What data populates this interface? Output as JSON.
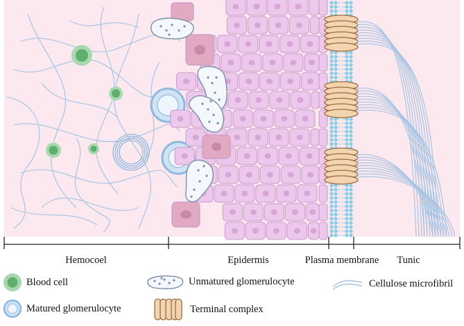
{
  "regions": [
    {
      "id": "hemocoel",
      "label": "Hemocoel"
    },
    {
      "id": "epidermis",
      "label": "Epidermis"
    },
    {
      "id": "plasma-membrane",
      "label": "Plasma membrane"
    },
    {
      "id": "tunic",
      "label": "Tunic"
    }
  ],
  "legend": {
    "blood_cell": "Blood cell",
    "matured_glomerulocyte": "Matured glomerulocyte",
    "unmatured_glomerulocyte": "Unmatured glomerulocyte",
    "terminal_complex": "Terminal complex",
    "cellulose_microfibril": "Cellulose microfibril"
  },
  "colors": {
    "background": "#fbe9ef",
    "epidermis_cell": "#ecc8ec",
    "epidermis_outline": "#c89ac8",
    "epidermis_nucleus": "#d7a6d7",
    "inner_cell": "#e2a9c2",
    "inner_nucleus": "#c98aa8",
    "membrane_bead": "#8ccde6",
    "fibril": "#a9c4e3",
    "blood_cell_outer": "#a8d8b0",
    "blood_cell_inner": "#5fae6d",
    "glomerulocyte_ring": "#8fb8e0",
    "terminal_complex_fill": "#f3d4b0",
    "terminal_complex_stroke": "#9a6a3c"
  }
}
